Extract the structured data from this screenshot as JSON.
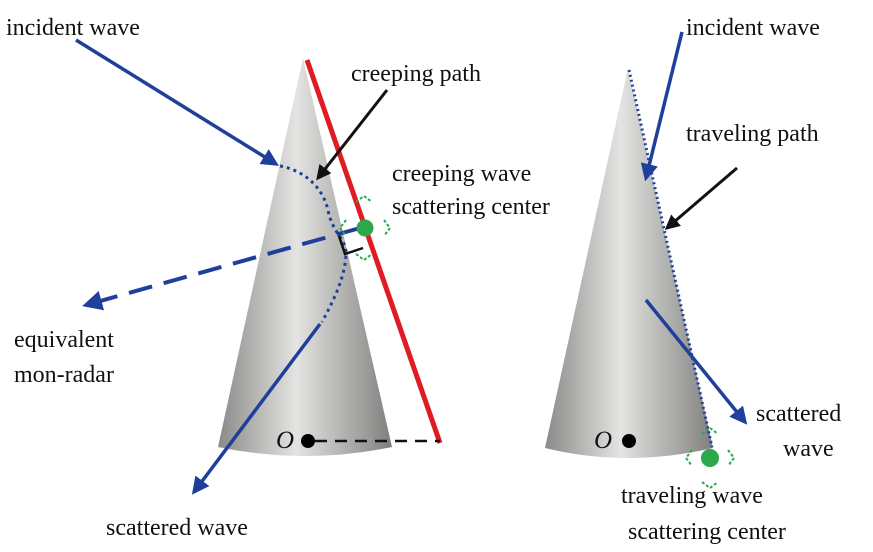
{
  "left": {
    "incident": "incident wave",
    "creeping_path": "creeping path",
    "center_line1": "creeping wave",
    "center_line2": "scattering center",
    "equiv_line1": "equivalent",
    "equiv_line2": "mon-radar",
    "scattered": "scattered wave",
    "origin": "O"
  },
  "right": {
    "incident": "incident wave",
    "traveling_path": "traveling path",
    "scattered_line1": "scattered",
    "scattered_line2": "wave",
    "center_line1": "traveling wave",
    "center_line2": "scattering center",
    "origin": "O"
  },
  "colors": {
    "ray": "#1f3f9a",
    "generatrix": "#e01b24",
    "scatter_center": "#2aa84a",
    "pointer": "#111111",
    "cone_light": "#e3e3e1",
    "cone_dark": "#858583"
  }
}
